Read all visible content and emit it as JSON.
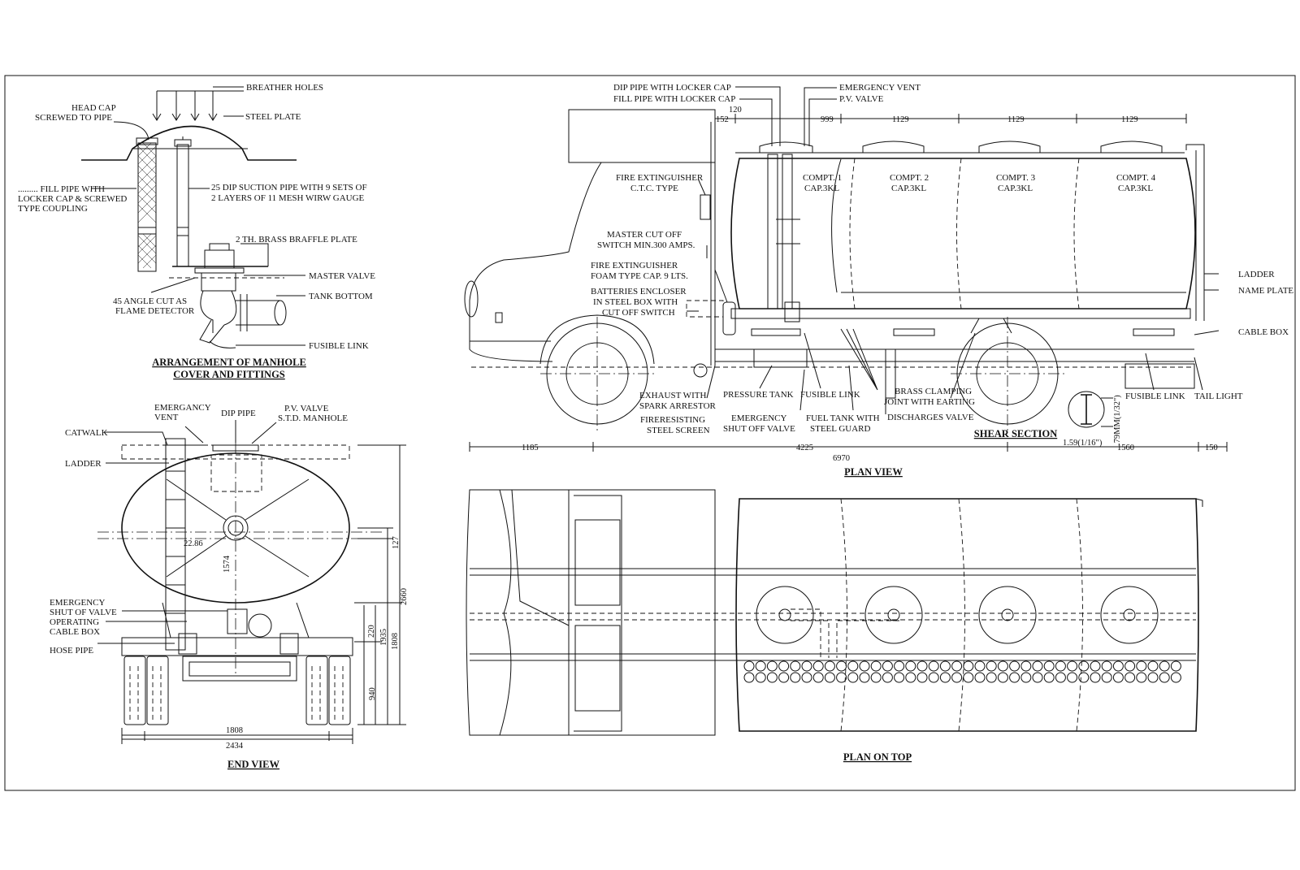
{
  "views": {
    "manhole": {
      "title_line1": "ARRANGEMENT OF MANHOLE",
      "title_line2": "COVER AND FITTINGS",
      "labels": {
        "breather_holes": "BREATHER HOLES",
        "head_cap_1": "HEAD CAP",
        "head_cap_2": "SCREWED TO PIPE",
        "steel_plate": "STEEL PLATE",
        "fill_pipe_1": "......... FILL PIPE WITH",
        "fill_pipe_2": "LOCKER CAP & SCREWED",
        "fill_pipe_3": "TYPE COUPLING",
        "dip_suction_1": "25 DIP SUCTION PIPE WITH  9 SETS OF",
        "dip_suction_2": "2 LAYERS OF 11 MESH WIRW GAUGE",
        "brass_plate": "2 TH. BRASS BRAFFLE PLATE",
        "master_valve": "MASTER VALVE",
        "angle_cut_1": "45 ANGLE CUT AS",
        "angle_cut_2": "FLAME DETECTOR",
        "tank_bottom": "TANK BOTTOM",
        "fusible_link": "FUSIBLE LINK"
      }
    },
    "end_view": {
      "title": "END VIEW",
      "labels": {
        "emergency_vent_1": "EMERGANCY",
        "emergency_vent_2": "VENT",
        "dip_pipe": "DIP PIPE",
        "pv_valve": "P.V. VALVE",
        "std_manhole": "S.T.D. MANHOLE",
        "catwalk": "CATWALK",
        "ladder": "LADDER",
        "shutoff_1": "EMERGENCY",
        "shutoff_2": "SHUT OF VALVE",
        "operating_1": "OPERATING",
        "operating_2": "CABLE BOX",
        "hose_pipe": "HOSE PIPE"
      },
      "dims": {
        "d2286": "22.86",
        "d1574": "1574",
        "d127": "127",
        "d2660": "2660",
        "d220": "220",
        "d1935": "1935",
        "d1808v": "1808",
        "d940": "940",
        "d1808h": "1808",
        "d2434": "2434"
      }
    },
    "side_view": {
      "title": "PLAN VIEW",
      "shear_section": "SHEAR SECTION",
      "labels": {
        "dip_pipe_cap": "DIP PIPE WITH LOCKER CAP",
        "fill_pipe_cap": "FILL PIPE WITH LOCKER CAP",
        "emergency_vent": "EMERGENCY VENT",
        "pv_valve": "P.V. VALVE",
        "fire_ext_ctc_1": "FIRE EXTINGUISHER",
        "fire_ext_ctc_2": "C.T.C. TYPE",
        "master_cutoff_1": "MASTER CUT OFF",
        "master_cutoff_2": "SWITCH MIN.300 AMPS.",
        "fire_ext_foam_1": "FIRE EXTINGUISHER",
        "fire_ext_foam_2": "FOAM TYPE CAP. 9 LTS.",
        "batteries_1": "BATTERIES ENCLOSER",
        "batteries_2": "IN STEEL BOX WITH",
        "batteries_3": "CUT OFF SWITCH",
        "ladder": "LADDER",
        "name_plate": "NAME PLATE",
        "cable_box": "CABLE BOX",
        "exhaust_1": "EXHAUST WITH",
        "exhaust_2": "SPARK ARRESTOR",
        "pressure_tank": "PRESSURE TANK",
        "fusible_link": "FUSIBLE LINK",
        "brass_1": "BRASS CLAMPING",
        "brass_2": "JOINT WITH EARTING",
        "fusible_link_rear": "FUSIBLE LINK",
        "tail_light": "TAIL LIGHT",
        "fire_screen_1": "FIRERESISTING",
        "fire_screen_2": "STEEL SCREEN",
        "shutoff_1": "EMERGENCY",
        "shutoff_2": "SHUT OFF VALVE",
        "fuel_tank_1": "FUEL TANK WITH",
        "fuel_tank_2": "STEEL GUARD",
        "discharge": "DISCHARGES VALVE"
      },
      "compartments": [
        {
          "name": "COMPT. 1",
          "cap": "CAP.3KL"
        },
        {
          "name": "COMPT. 2",
          "cap": "CAP.3KL"
        },
        {
          "name": "COMPT. 3",
          "cap": "CAP.3KL"
        },
        {
          "name": "COMPT. 4",
          "cap": "CAP.3KL"
        }
      ],
      "dims": {
        "d120": "120",
        "d152": "152",
        "d999": "999",
        "d1129a": "1129",
        "d1129b": "1129",
        "d1129c": "1129",
        "d1185": "1185",
        "d4225": "4225",
        "d1560": "1560",
        "d150": "150",
        "d6970": "6970",
        "shear_w": "1.59(1/16\")",
        "shear_h": ".79MM(1/32\")"
      }
    },
    "top_view": {
      "title": "PLAN ON TOP"
    }
  }
}
